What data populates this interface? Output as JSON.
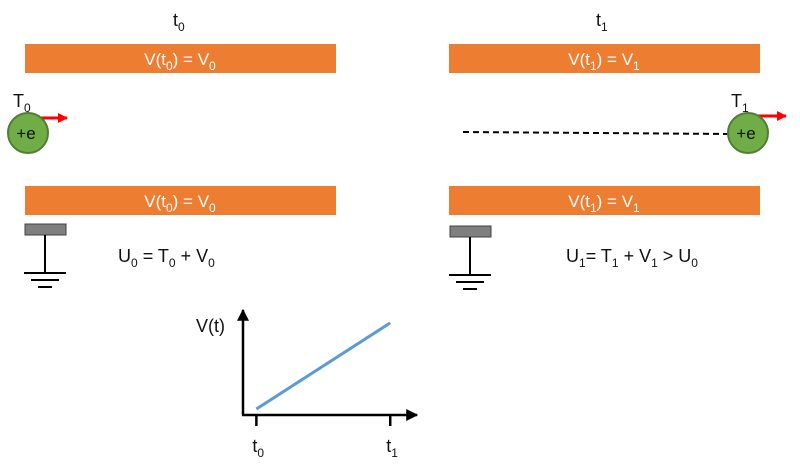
{
  "colors": {
    "plate": "#ED7D31",
    "plate_text": "#FFFFFF",
    "charge": "#70AD47",
    "charge_border": "#507E32",
    "arrow": "#FF0000",
    "ground": "#7F7F7F",
    "curve": "#5B9BD5",
    "line": "#000000"
  },
  "panels": {
    "left": {
      "time": {
        "base": "t",
        "sub": "0"
      },
      "top_plate": {
        "p1": "V(t",
        "p1_sub": "0",
        "p2": ") = V",
        "p2_sub": "0"
      },
      "bottom_plate": {
        "p1": "V(t",
        "p1_sub": "0",
        "p2": ") = V",
        "p2_sub": "0"
      },
      "kinetic": {
        "base": "T",
        "sub": "0"
      },
      "charge_label": "+e",
      "energy": {
        "a": "U",
        "a_sub": "0",
        "b": " =  T",
        "b_sub": "0",
        "c": " + V",
        "c_sub": "0"
      }
    },
    "right": {
      "time": {
        "base": "t",
        "sub": "1"
      },
      "top_plate": {
        "p1": "V(t",
        "p1_sub": "1",
        "p2": ") = V",
        "p2_sub": "1"
      },
      "bottom_plate": {
        "p1": "V(t",
        "p1_sub": "1",
        "p2": ") = V",
        "p2_sub": "1"
      },
      "kinetic": {
        "base": "T",
        "sub": "1"
      },
      "charge_label": "+e",
      "energy": {
        "a": "U",
        "a_sub": "1",
        "b": "=  T",
        "b_sub": "1",
        "c": " + V",
        "c_sub": "1",
        "d": " > U",
        "d_sub": "0"
      }
    }
  },
  "chart_data": {
    "type": "line",
    "ylabel": "V(t)",
    "xlabel": "",
    "x_ticks": [
      {
        "base": "t",
        "sub": "0",
        "x": 0
      },
      {
        "base": "t",
        "sub": "1",
        "x": 1
      }
    ],
    "series": [
      {
        "x": [
          0,
          1
        ],
        "y": [
          0,
          1
        ]
      }
    ],
    "xlim": [
      -0.1,
      1.2
    ],
    "ylim": [
      -0.07,
      1.15
    ],
    "grid": false,
    "legend": "none"
  }
}
